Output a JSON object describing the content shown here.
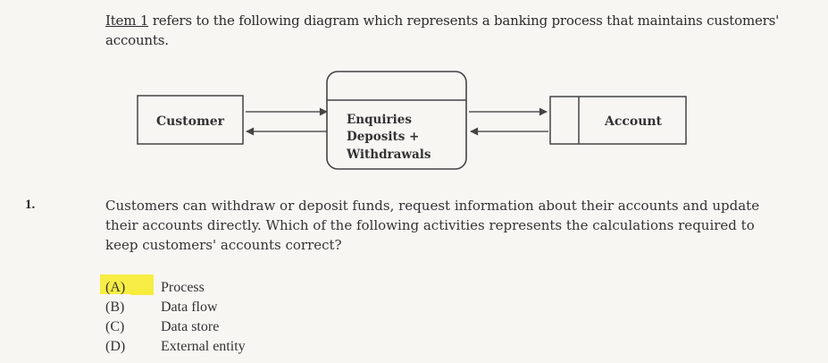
{
  "intro": {
    "item_ref": "Item 1",
    "text": "refers to the following diagram which represents a banking process that maintains customers' accounts."
  },
  "diagram": {
    "customer_label": "Customer",
    "process_lines": [
      "Enquiries",
      "Deposits +",
      "Withdrawals"
    ],
    "account_label": "Account"
  },
  "question": {
    "number": "1.",
    "text": "Customers can withdraw or deposit funds, request information about their accounts and update their accounts directly. Which of the following activities represents the calculations required to keep customers' accounts correct?"
  },
  "options": [
    {
      "letter": "(A)",
      "text": "Process"
    },
    {
      "letter": "(B)",
      "text": "Data flow"
    },
    {
      "letter": "(C)",
      "text": "Data store"
    },
    {
      "letter": "(D)",
      "text": "External entity"
    }
  ],
  "highlight_color": "#f7ec3a"
}
